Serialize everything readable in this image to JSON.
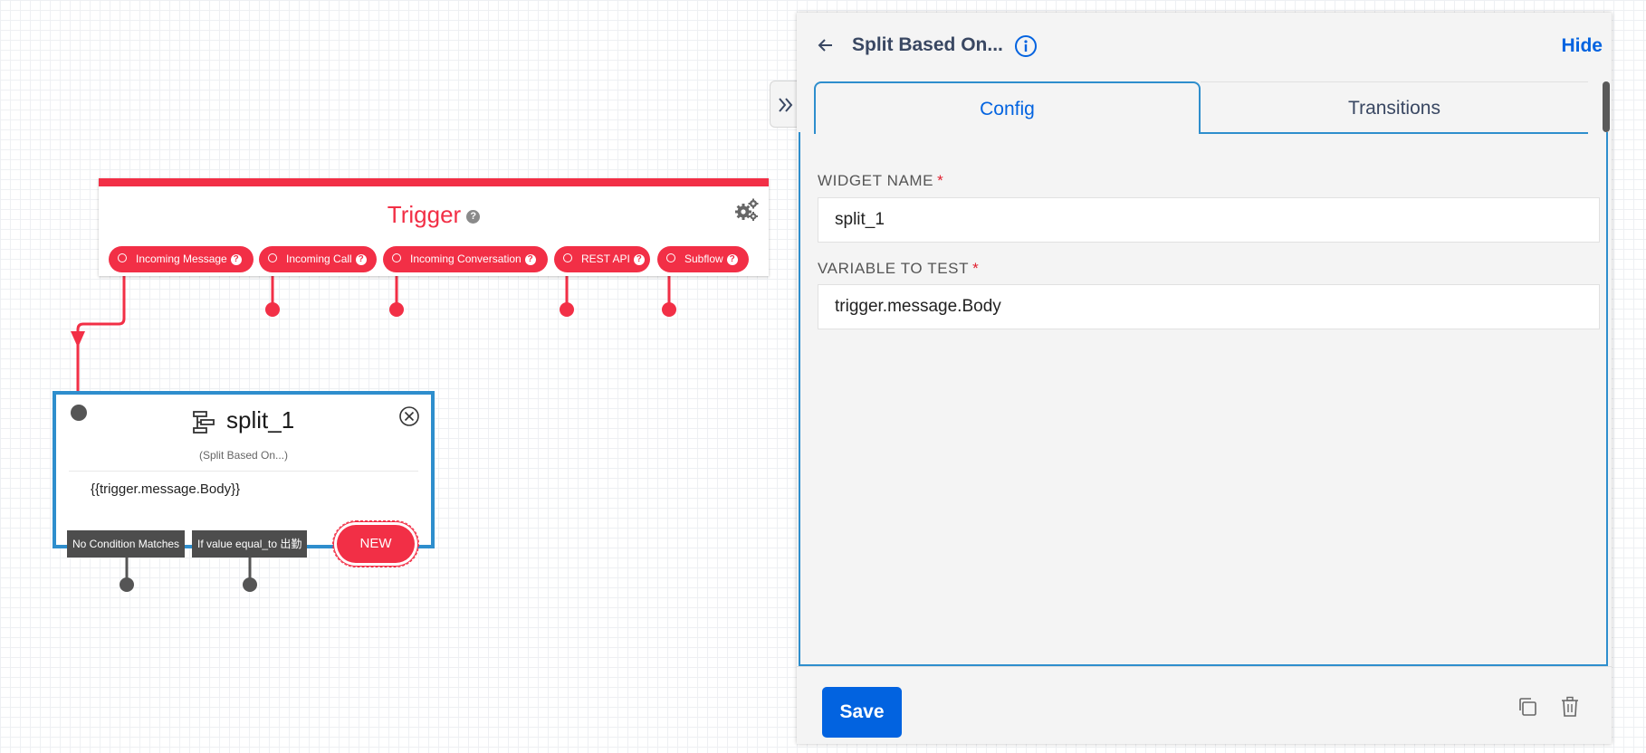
{
  "canvas": {
    "trigger": {
      "title": "Trigger",
      "help_glyph": "?",
      "outputs": [
        {
          "label": "Incoming Message"
        },
        {
          "label": "Incoming Call"
        },
        {
          "label": "Incoming Conversation"
        },
        {
          "label": "REST API"
        },
        {
          "label": "Subflow"
        }
      ]
    },
    "split": {
      "title": "split_1",
      "subtitle": "(Split Based On...)",
      "variable": "{{trigger.message.Body}}",
      "conditions": [
        {
          "label": "No Condition Matches"
        },
        {
          "label": "If value equal_to 出勤"
        }
      ],
      "new_label": "NEW"
    }
  },
  "panel": {
    "title": "Split Based On...",
    "hide_label": "Hide",
    "tabs": [
      {
        "label": "Config",
        "active": true
      },
      {
        "label": "Transitions",
        "active": false
      }
    ],
    "fields": [
      {
        "label": "WIDGET NAME",
        "required_mark": "*",
        "value": "split_1"
      },
      {
        "label": "VARIABLE TO TEST",
        "required_mark": "*",
        "value": "trigger.message.Body"
      }
    ],
    "save_label": "Save"
  },
  "colors": {
    "trigger_red": "#f22f46",
    "split_blue": "#2e8ecd",
    "link_blue": "#0263e0",
    "connector_grey": "#555555"
  },
  "icons": [
    "gears-icon",
    "split-icon",
    "close-circle-icon",
    "back-arrow-icon",
    "info-icon",
    "double-chevron-right-icon",
    "copy-icon",
    "trash-icon"
  ]
}
